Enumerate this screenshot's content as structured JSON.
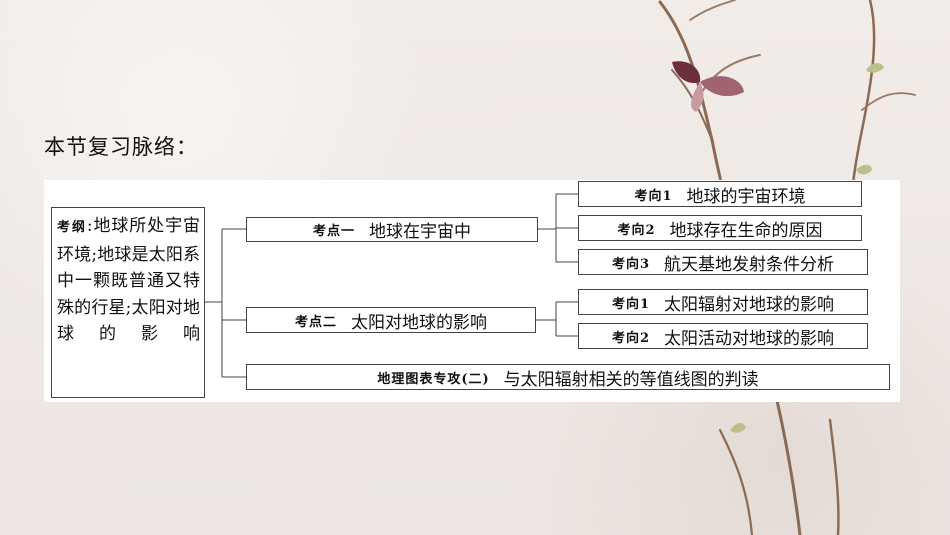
{
  "heading": "本节复习脉络：",
  "syllabus": {
    "tag": "考纲",
    "text": ":地球所处宇宙环境;地球是太阳系中一颗既普通又特殊的行星;太阳对地球的影响"
  },
  "topics": [
    {
      "tag": "考点一",
      "label": "地球在宇宙中",
      "directions": [
        {
          "tag": "考向1",
          "label": "地球的宇宙环境"
        },
        {
          "tag": "考向2",
          "label": "地球存在生命的原因"
        },
        {
          "tag": "考向3",
          "label": "航天基地发射条件分析"
        }
      ]
    },
    {
      "tag": "考点二",
      "label": "太阳对地球的影响",
      "directions": [
        {
          "tag": "考向1",
          "label": "太阳辐射对地球的影响"
        },
        {
          "tag": "考向2",
          "label": "太阳活动对地球的影响"
        }
      ]
    }
  ],
  "special": {
    "tag": "地理图表专攻(二)",
    "label": "与太阳辐射相关的等值线图的判读"
  }
}
